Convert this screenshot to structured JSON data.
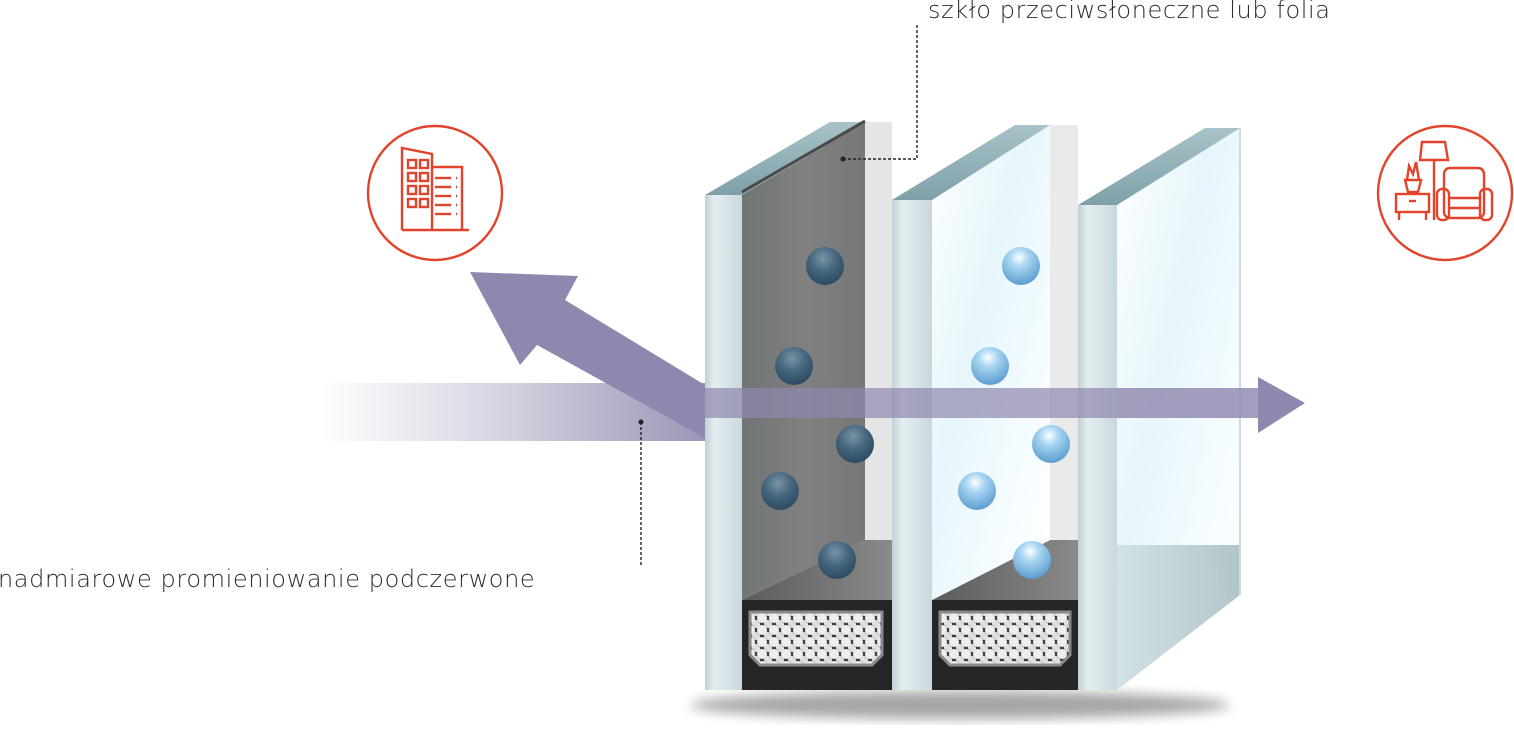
{
  "diagram": {
    "title": "",
    "labels": {
      "solar_glass": "szkło przeciwsłoneczne lub folia",
      "infrared": "nadmiarowe promieniowanie podczerwone"
    },
    "icons": {
      "outside": "office-building-icon",
      "inside": "living-room-furniture-icon"
    },
    "panes": [
      {
        "id": "pane-1",
        "coating": "solar control (tinted gray)"
      },
      {
        "id": "pane-2",
        "coating": "clear"
      },
      {
        "id": "pane-3",
        "coating": "clear"
      }
    ],
    "spacers": [
      {
        "id": "spacer-1",
        "fill": "desiccant beads"
      },
      {
        "id": "spacer-2",
        "fill": "desiccant beads"
      }
    ],
    "arrows": {
      "incoming": "incoming radiation",
      "reflected": "reflected infrared",
      "transmitted": "transmitted light"
    },
    "colors": {
      "accent": "#e2432a",
      "arrow": "#8f88ae",
      "tinted_pane": "#7d7d7d",
      "dark_sphere": "#3f5f78",
      "light_sphere": "#8cc4ea",
      "text": "#2b2b2b"
    }
  }
}
